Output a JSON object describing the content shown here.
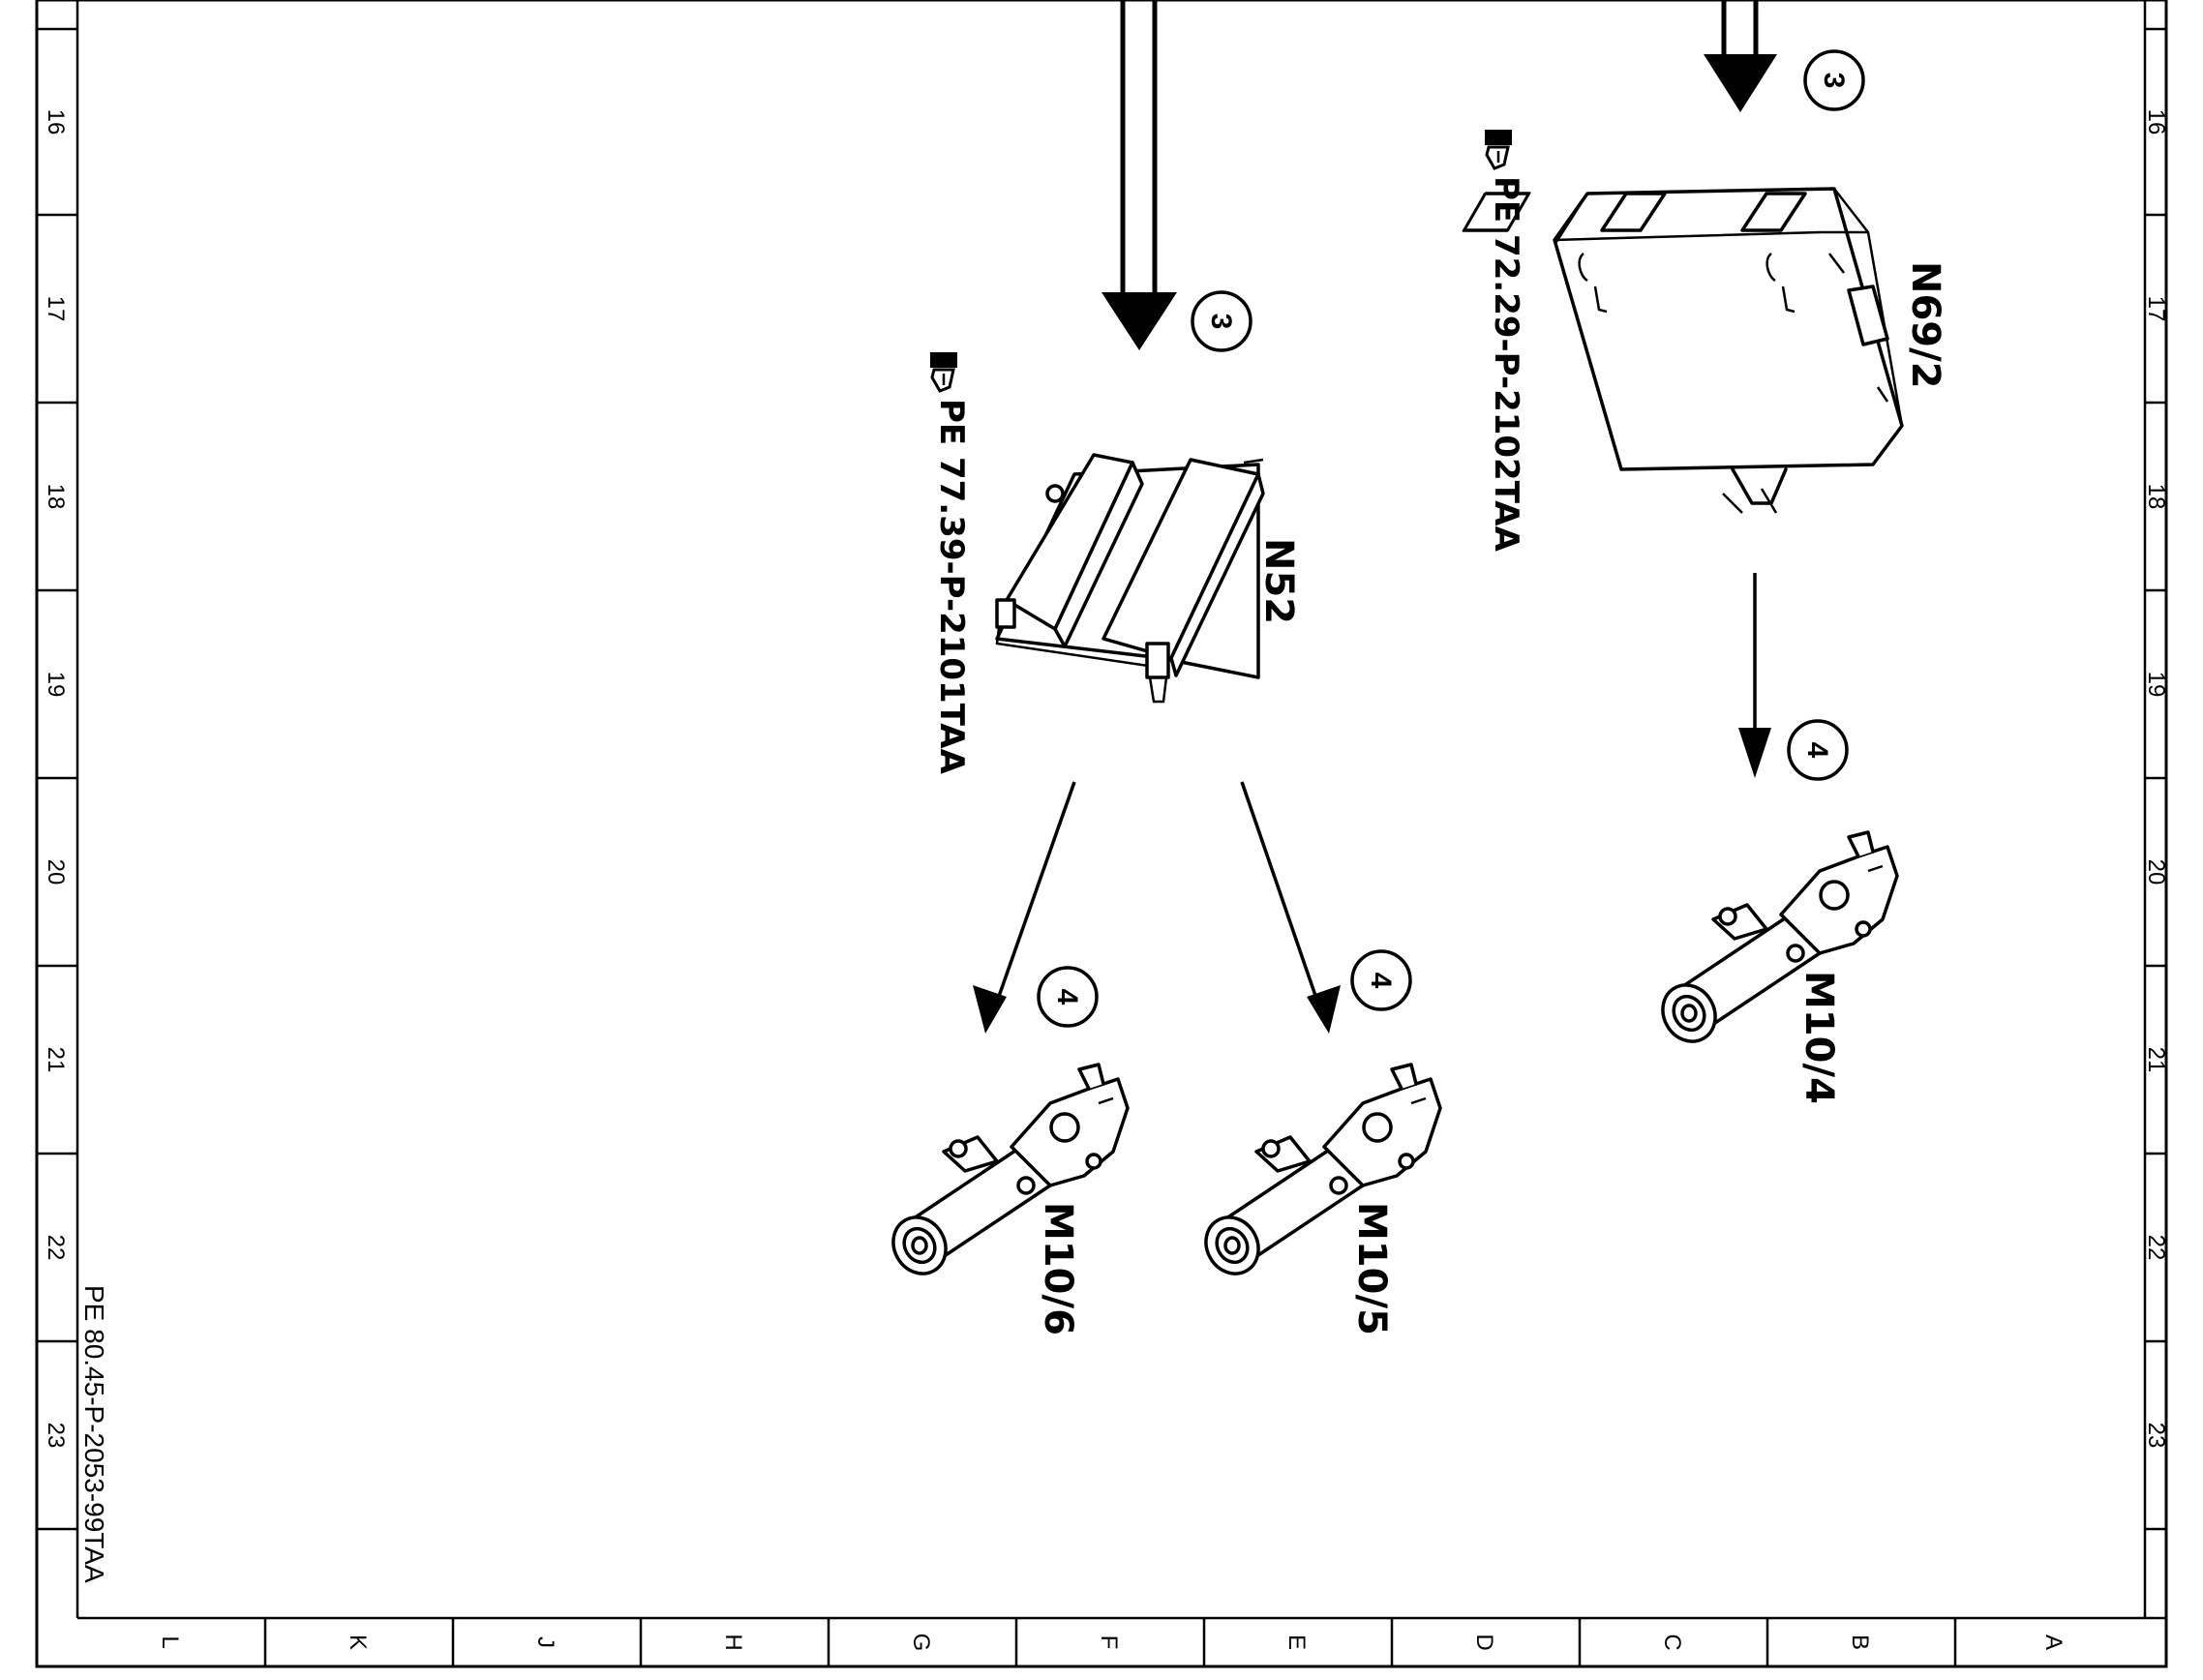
{
  "frame": {
    "row_numbers": [
      "16",
      "17",
      "18",
      "19",
      "20",
      "21",
      "22",
      "23"
    ],
    "column_letters": [
      "L",
      "K",
      "J",
      "H",
      "G",
      "F",
      "E",
      "D",
      "C",
      "B",
      "A"
    ]
  },
  "document_id": "PE 80.45-P-2053-99TAA",
  "circled_numbers": {
    "n52_input": "3",
    "n69_input": "3",
    "m10_6_input": "4",
    "m10_5_input": "4",
    "m10_4_input": "4"
  },
  "components": {
    "n52": {
      "label": "N52",
      "reference": "PE 77.39-P-2101TAA"
    },
    "n69_2": {
      "label": "N69/2",
      "reference": "PE 72.29-P-2102TAA"
    },
    "m10_6": {
      "label": "M10/6"
    },
    "m10_5": {
      "label": "M10/5"
    },
    "m10_4": {
      "label": "M10/4"
    }
  },
  "icons": {
    "reference_marker": "pointing-hand-document-icon"
  }
}
